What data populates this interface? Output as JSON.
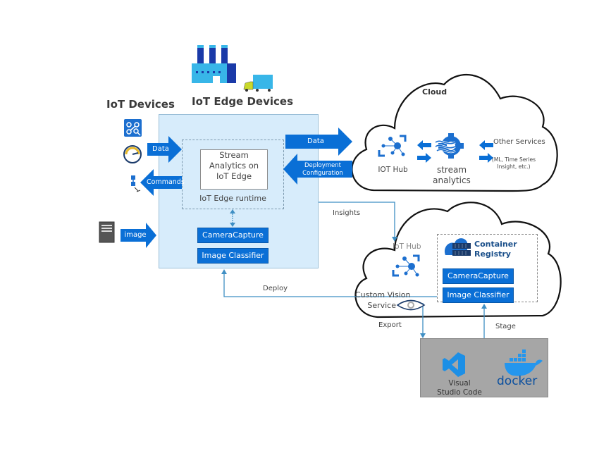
{
  "headings": {
    "iot_devices": "IoT Devices",
    "iot_edge_devices": "IoT Edge Devices",
    "cloud": "Cloud"
  },
  "edge": {
    "stream_analytics_lines": [
      "Stream",
      "Analytics on",
      "IoT Edge"
    ],
    "runtime_label": "IoT Edge runtime",
    "modules": [
      "CameraCapture",
      "Image Classifier"
    ]
  },
  "device_arrows": {
    "data": "Data",
    "commands": "Commands",
    "image": "image"
  },
  "cloud_arrows": {
    "data": "Data",
    "deployment_lines": [
      "Deployment",
      "Configuration"
    ]
  },
  "cloud_top": {
    "iot_hub": "IOT Hub",
    "stream_analytics_lines": [
      "stream",
      "analytics"
    ],
    "other_services": "Other Services",
    "other_services_detail_lines": [
      "(ML, Time Series",
      "Insight, etc.)"
    ]
  },
  "cloud_bottom": {
    "iot_hub": "IoT Hub",
    "custom_vision_lines": [
      "Custom Vision",
      "Service"
    ],
    "registry_lines": [
      "Container",
      "Registry"
    ],
    "modules": [
      "CameraCapture",
      "Image Classifier"
    ]
  },
  "connectors": {
    "insights": "Insights",
    "deploy": "Deploy",
    "export": "Export",
    "stage": "Stage"
  },
  "tools": {
    "vscode_lines": [
      "Visual",
      "Studio Code"
    ],
    "docker": "docker"
  },
  "colors": {
    "accent_blue": "#0a6fd6",
    "edge_fill": "#d7ecfb",
    "connector": "#3f8fc4",
    "tools_fill": "#a6a6a6"
  }
}
